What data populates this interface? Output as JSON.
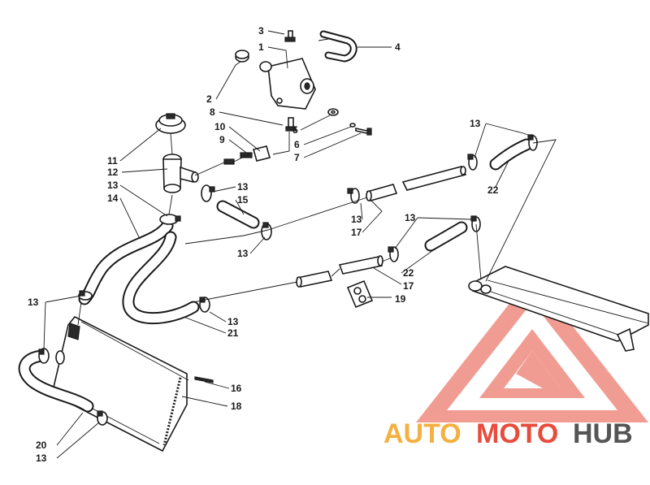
{
  "diagram": {
    "callouts": [
      {
        "id": "c1",
        "text": "1"
      },
      {
        "id": "c2",
        "text": "2"
      },
      {
        "id": "c3",
        "text": "3"
      },
      {
        "id": "c4",
        "text": "4"
      },
      {
        "id": "c5",
        "text": "5"
      },
      {
        "id": "c6",
        "text": "6"
      },
      {
        "id": "c7",
        "text": "7"
      },
      {
        "id": "c8",
        "text": "8"
      },
      {
        "id": "c9",
        "text": "9"
      },
      {
        "id": "c10",
        "text": "10"
      },
      {
        "id": "c11",
        "text": "11"
      },
      {
        "id": "c12",
        "text": "12"
      },
      {
        "id": "c13a",
        "text": "13"
      },
      {
        "id": "c14",
        "text": "14"
      },
      {
        "id": "c13b",
        "text": "13"
      },
      {
        "id": "c15",
        "text": "15"
      },
      {
        "id": "c13c",
        "text": "13"
      },
      {
        "id": "c13d",
        "text": "13"
      },
      {
        "id": "c17a",
        "text": "17"
      },
      {
        "id": "c13e",
        "text": "13"
      },
      {
        "id": "c22a",
        "text": "22"
      },
      {
        "id": "c13f",
        "text": "13"
      },
      {
        "id": "c22b",
        "text": "22"
      },
      {
        "id": "c17b",
        "text": "17"
      },
      {
        "id": "c19",
        "text": "19"
      },
      {
        "id": "c13g",
        "text": "13"
      },
      {
        "id": "c21",
        "text": "21"
      },
      {
        "id": "c13h",
        "text": "13"
      },
      {
        "id": "c16",
        "text": "16"
      },
      {
        "id": "c18",
        "text": "18"
      },
      {
        "id": "c20",
        "text": "20"
      },
      {
        "id": "c13i",
        "text": "13"
      }
    ]
  },
  "watermark": {
    "part1": "AUTO",
    "part2": "MOTO",
    "part3": "HUB",
    "color_orange": "#f5b041",
    "color_red": "#e74c3c",
    "color_gray": "#555555"
  }
}
